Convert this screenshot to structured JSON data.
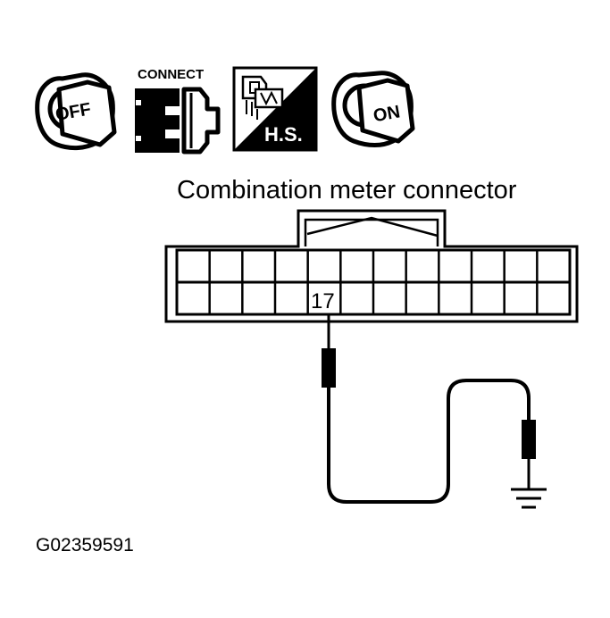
{
  "icons": {
    "ignition_off": {
      "label": "OFF",
      "icon": "ignition-key-off-icon"
    },
    "connect": {
      "label": "CONNECT",
      "icon": "connector-icon"
    },
    "harness": {
      "label": "H.S.",
      "icon": "harness-connector-icon"
    },
    "ignition_on": {
      "label": "ON",
      "icon": "ignition-key-on-icon"
    }
  },
  "connector": {
    "title": "Combination meter connector",
    "terminal": "17",
    "top_row_cells": 12,
    "bottom_row_cells": 12
  },
  "probe": {
    "ground": "ground-icon"
  },
  "figure_code": "G02359591"
}
